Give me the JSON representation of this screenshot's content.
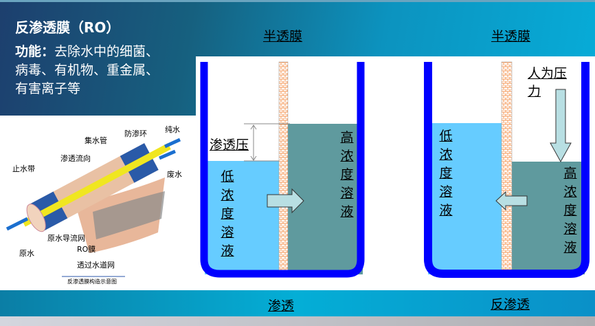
{
  "slide": {
    "title": "反渗透膜（RO）",
    "function_label": "功能：",
    "function_text": "去除水中的细菌、病毒、有机物、重金属、有害离子等"
  },
  "module_image": {
    "labels": {
      "collector_pipe": "集水管",
      "anti_seepage_ring": "防渗环",
      "pure_water": "纯水",
      "permeate_flow": "渗透流向",
      "waste_water": "废水",
      "water_stop_band": "止水带",
      "feed_spacer": "原水导流网",
      "ro_membrane": "RO膜",
      "raw_water": "原水",
      "permeate_spacer": "透过水道网"
    },
    "caption": "反渗透膜构造示意图"
  },
  "osmosis": {
    "membrane_label": "半透膜",
    "pressure_label": "渗透压",
    "low_label": "低浓度溶液",
    "high_label": "高浓度溶液",
    "caption": "渗透"
  },
  "reverse_osmosis": {
    "membrane_label": "半透膜",
    "applied_pressure_label": "人为压力",
    "low_label": "低浓度溶液",
    "high_label": "高浓度溶液",
    "caption": "反渗透"
  },
  "colors": {
    "beaker": "#0000ff",
    "low_solution": "#66ccff",
    "high_solution": "#5f9a9e",
    "membrane": "#f59a5a",
    "arrow": "#b8dfe3"
  }
}
